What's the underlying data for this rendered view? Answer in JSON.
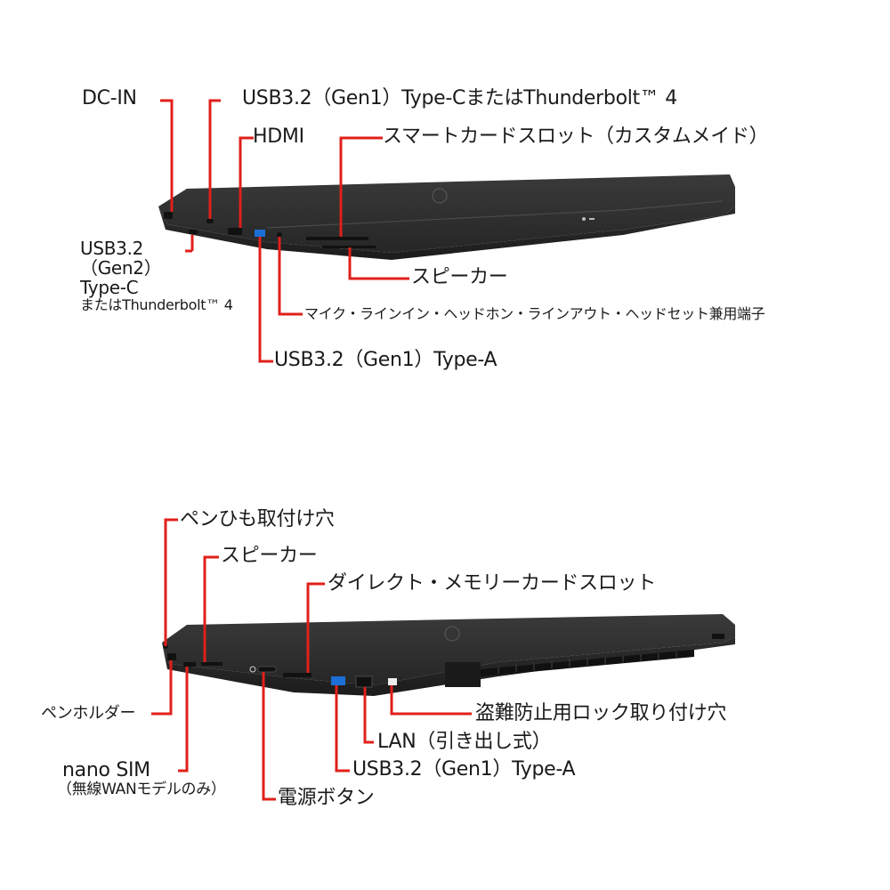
{
  "accent_color": "#e0201b",
  "laptop_color": "#2b2b2b",
  "left_view": {
    "labels": {
      "dc_in": "DC-IN",
      "usb_c_gen1_tb4": "USB3.2（Gen1）Type-CまたはThunderbolt™ 4",
      "hdmi": "HDMI",
      "smartcard_slot": "スマートカードスロット（カスタムメイド）",
      "usb_c_gen2_line1": "USB3.2",
      "usb_c_gen2_line2": "（Gen2）",
      "usb_c_gen2_line3": "Type-C",
      "usb_c_gen2_line4": "またはThunderbolt™ 4",
      "speaker": "スピーカー",
      "audio_combo": "マイク・ラインイン・ヘッドホン・ラインアウト・ヘッドセット兼用端子",
      "usb_a": "USB3.2（Gen1）Type-A"
    }
  },
  "right_view": {
    "labels": {
      "pen_strap_hole": "ペンひも取付け穴",
      "speaker": "スピーカー",
      "memory_card_slot": "ダイレクト・メモリーカードスロット",
      "pen_holder": "ペンホルダー",
      "security_lock": "盗難防止用ロック取り付け穴",
      "lan": "LAN（引き出し式）",
      "usb_a": "USB3.2（Gen1）Type-A",
      "nano_sim_line1": "nano SIM",
      "nano_sim_line2": "（無線WANモデルのみ）",
      "power_button": "電源ボタン"
    }
  }
}
